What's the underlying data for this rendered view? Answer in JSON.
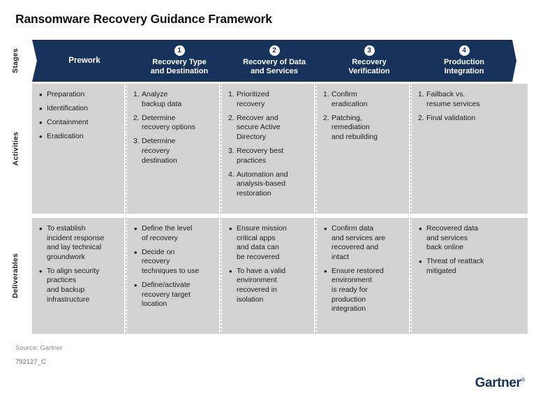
{
  "title": "Ransomware Recovery Guidance Framework",
  "colors": {
    "stage_navy": "#17325B",
    "cell_gray": "#D2D2D2",
    "title_black": "#111111",
    "source_gray": "#8c8c8c",
    "logo_navy": "#16325B"
  },
  "row_labels": {
    "stages": "Stages",
    "activities": "Activities",
    "deliverables": "Deliverables"
  },
  "stages": [
    {
      "number": "",
      "title": "Prework"
    },
    {
      "number": "1",
      "title": "Recovery Type\nand Destination"
    },
    {
      "number": "2",
      "title": "Recovery of Data\nand Services"
    },
    {
      "number": "3",
      "title": "Recovery\nVerification"
    },
    {
      "number": "4",
      "title": "Production\nIntegration"
    }
  ],
  "activities": [
    {
      "marker": "bullet",
      "items": [
        {
          "mk": "•",
          "tx": "Preparation"
        },
        {
          "mk": "•",
          "tx": "Identification"
        },
        {
          "mk": "•",
          "tx": "Containment"
        },
        {
          "mk": "•",
          "tx": "Eradication"
        }
      ]
    },
    {
      "marker": "number",
      "items": [
        {
          "mk": "1.",
          "tx": "Analyze\nbackup data"
        },
        {
          "mk": "2.",
          "tx": "Determine\nrecovery options"
        },
        {
          "mk": "3.",
          "tx": "Determine\nrecovery\ndestination"
        }
      ]
    },
    {
      "marker": "number",
      "items": [
        {
          "mk": "1.",
          "tx": "Prioritized\nrecovery"
        },
        {
          "mk": "2.",
          "tx": "Recover and\nsecure Active\nDirectory"
        },
        {
          "mk": "3.",
          "tx": "Recovery best\npractices"
        },
        {
          "mk": "4.",
          "tx": "Automation and\nanalysis-based\nrestoration"
        }
      ]
    },
    {
      "marker": "number",
      "items": [
        {
          "mk": "1.",
          "tx": "Confirm\neradication"
        },
        {
          "mk": "2.",
          "tx": "Patching,\nremediation\nand rebuilding"
        }
      ]
    },
    {
      "marker": "number",
      "items": [
        {
          "mk": "1.",
          "tx": "Failback vs.\nresume services"
        },
        {
          "mk": "2.",
          "tx": "Final validation"
        }
      ]
    }
  ],
  "deliverables": [
    {
      "marker": "bullet",
      "items": [
        {
          "mk": "•",
          "tx": "To establish\nincident response\nand lay technical\ngroundwork"
        },
        {
          "mk": "•",
          "tx": "To align security\npractices\nand backup\ninfrastructure"
        }
      ]
    },
    {
      "marker": "bullet",
      "items": [
        {
          "mk": "•",
          "tx": "Define the level\nof recovery"
        },
        {
          "mk": "•",
          "tx": "Decide on\nrecovery\ntechniques to use"
        },
        {
          "mk": "•",
          "tx": "Define/activate\nrecovery target\nlocation"
        }
      ]
    },
    {
      "marker": "bullet",
      "items": [
        {
          "mk": "•",
          "tx": "Ensure mission\ncritical apps\nand data can\nbe recovered"
        },
        {
          "mk": "•",
          "tx": "To have a valid\nenvironment\nrecovered in\nisolation"
        }
      ]
    },
    {
      "marker": "bullet",
      "items": [
        {
          "mk": "•",
          "tx": "Confirm data\nand services are\nrecovered and\nintact"
        },
        {
          "mk": "•",
          "tx": "Ensure restored\nenvironment\nis ready for\nproduction\nintegration"
        }
      ]
    },
    {
      "marker": "bullet",
      "items": [
        {
          "mk": "•",
          "tx": "Recovered data\nand services\nback online"
        },
        {
          "mk": "•",
          "tx": "Threat of reattack\nmitigated"
        }
      ]
    }
  ],
  "footer": {
    "source": "Source: Gartner",
    "doc_id": "792127_C",
    "logo": "Gartner",
    "logo_tm": "®"
  }
}
